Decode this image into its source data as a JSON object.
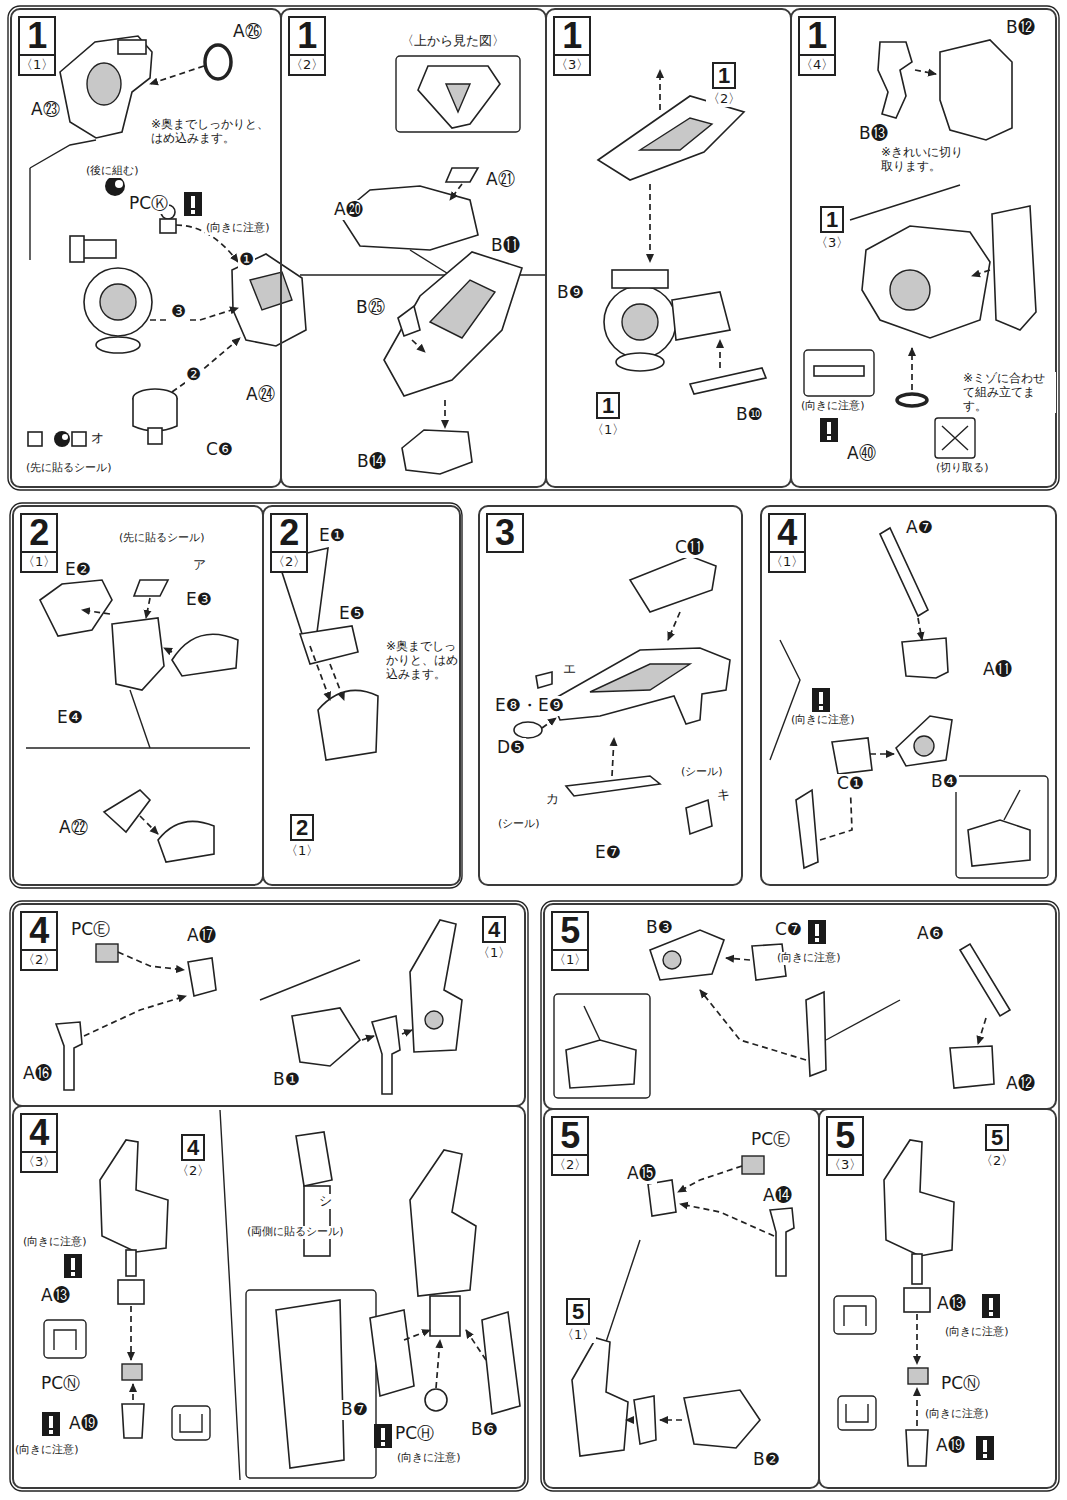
{
  "diagram": {
    "nodes": [
      {
        "text": [
          "1",
          "〈1〉"
        ]
      },
      {
        "text": [
          "1",
          "〈2〉"
        ]
      },
      {
        "text": [
          "1",
          "〈3〉"
        ]
      },
      {
        "text": [
          "1",
          "〈4〉"
        ]
      },
      {
        "text": [
          "2",
          "〈1〉"
        ]
      },
      {
        "text": [
          "2",
          "〈2〉"
        ]
      },
      {
        "text": [
          "3"
        ]
      },
      {
        "text": [
          "4",
          "〈1〉"
        ]
      },
      {
        "text": [
          "4",
          "〈2〉"
        ]
      },
      {
        "text": [
          "4",
          "〈3〉"
        ]
      },
      {
        "text": [
          "5",
          "〈1〉"
        ]
      },
      {
        "text": [
          "5",
          "〈2〉"
        ]
      },
      {
        "text": [
          "5",
          "〈3〉"
        ]
      }
    ],
    "labels": [
      "A㉖",
      "A㉓",
      "※奥までしっかりと、はめ込みます。",
      "(後に組む)",
      "PCⓀ",
      "(向きに注意)",
      "❶",
      "❸",
      "❷",
      "A㉔",
      "オ",
      "C❻",
      "(先に貼るシール)",
      "〈上から見た図〉",
      "A㉑",
      "A⓴",
      "B⓫",
      "B㉕",
      "B⓮",
      "1",
      "〈2〉",
      "B❾",
      "B❿",
      "1",
      "〈1〉",
      "B⓬",
      "B⓭",
      "※きれいに切り取ります。",
      "1",
      "〈3〉",
      "※ミゾに合わせて組み立てます。",
      "(向きに注意)",
      "A㊵",
      "(切り取る)",
      "(先に貼るシール)",
      "E❷",
      "ア",
      "E❸",
      "E❹",
      "A㉒",
      "E❶",
      "E❺",
      "※奥までしっかりと、はめ込みます。",
      "2",
      "〈1〉",
      "C⓫",
      "エ",
      "E❽・E❾",
      "D❺",
      "(シール)",
      "キ",
      "カ",
      "(シール)",
      "E❼",
      "A❼",
      "A⓫",
      "(向きに注意)",
      "C❶",
      "B❹",
      "PCⒺ",
      "A⓱",
      "A⓰",
      "B❶",
      "4",
      "〈1〉",
      "4",
      "〈2〉",
      "(向きに注意)",
      "A⓭",
      "PCⓃ",
      "A⓳",
      "(向きに注意)",
      "シ",
      "(両側に貼るシール)",
      "B❼",
      "PCⒽ",
      "(向きに注意)",
      "B❻",
      "B❸",
      "C❼",
      "(向きに注意)",
      "A❻",
      "A⓬",
      "A⓯",
      "PCⒺ",
      "A⓮",
      "5",
      "〈1〉",
      "B❷",
      "5",
      "〈2〉",
      "A⓭",
      "(向きに注意)",
      "PCⓃ",
      "(向きに注意)",
      "A⓳"
    ]
  }
}
